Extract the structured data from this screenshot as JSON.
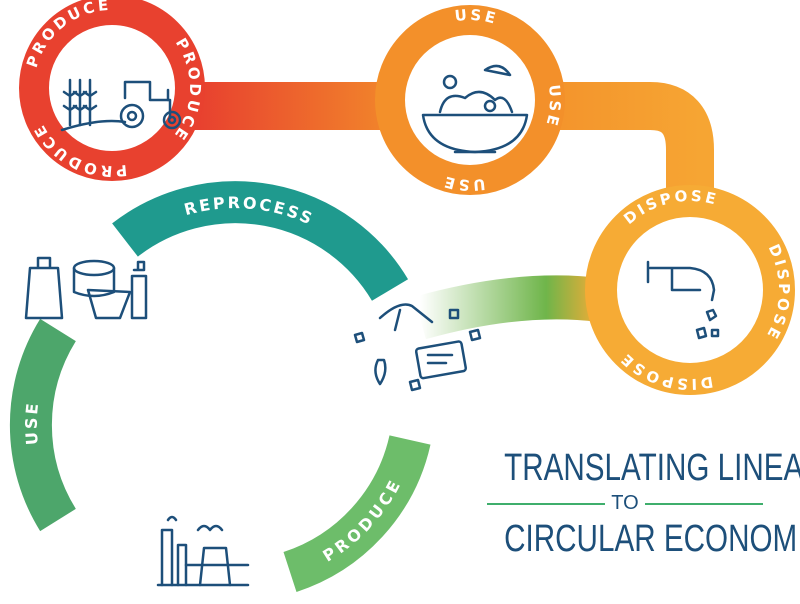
{
  "linear": {
    "produce": {
      "label": "PRODUCE",
      "icon": "tractor-crops-icon",
      "color": "#e8412f"
    },
    "use": {
      "label": "USE",
      "icon": "salad-bowl-icon",
      "color": "#f3902a"
    },
    "dispose": {
      "label": "DISPOSE",
      "icon": "hand-dropping-icon",
      "color": "#f6ab35"
    }
  },
  "circular": {
    "reprocess": {
      "label": "REPROCESS",
      "color": "#1f9a8e"
    },
    "use": {
      "label": "USE",
      "color": "#4da66b"
    },
    "produce": {
      "label": "PRODUCE",
      "color": "#6dbd6a"
    }
  },
  "title": {
    "line1": "TRANSLATING LINEAR",
    "connector": "TO",
    "line2": "CIRCULAR ECONOMIES",
    "color": "#1d4f7a",
    "arrow_color": "#3fae6c"
  }
}
